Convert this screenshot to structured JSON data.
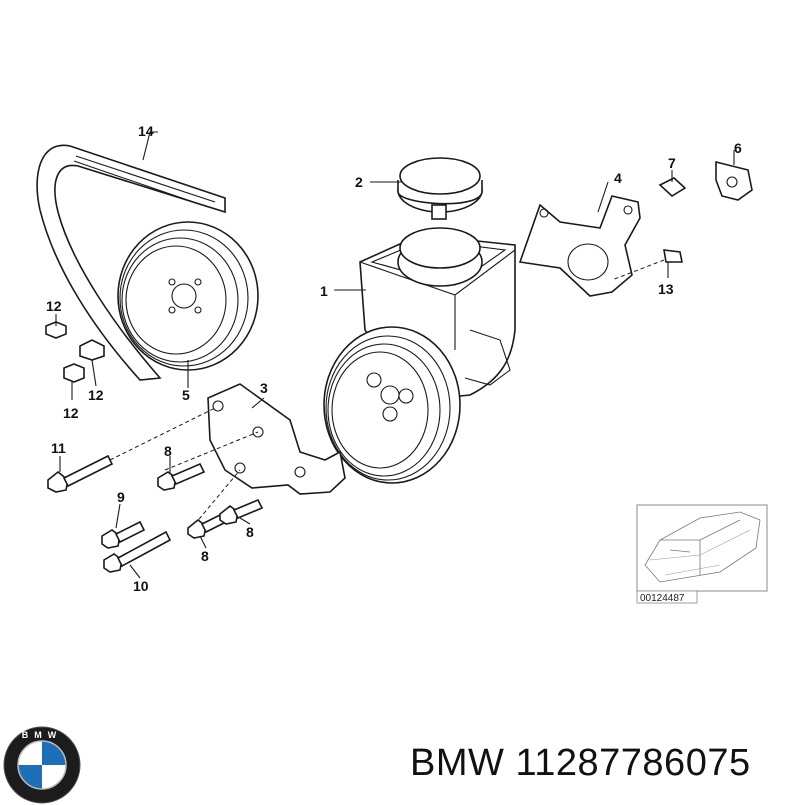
{
  "callouts": {
    "c1": "1",
    "c2": "2",
    "c3": "3",
    "c4": "4",
    "c5": "5",
    "c6": "6",
    "c7": "7",
    "c8a": "8",
    "c8b": "8",
    "c8c": "8",
    "c9": "9",
    "c10": "10",
    "c11": "11",
    "c12a": "12",
    "c12b": "12",
    "c12c": "12",
    "c13": "13",
    "c14": "14"
  },
  "inset": {
    "ref_number": "00124487"
  },
  "footer": {
    "brand": "BMW",
    "part_number": "11287786075",
    "logo_letters": "BMW"
  }
}
